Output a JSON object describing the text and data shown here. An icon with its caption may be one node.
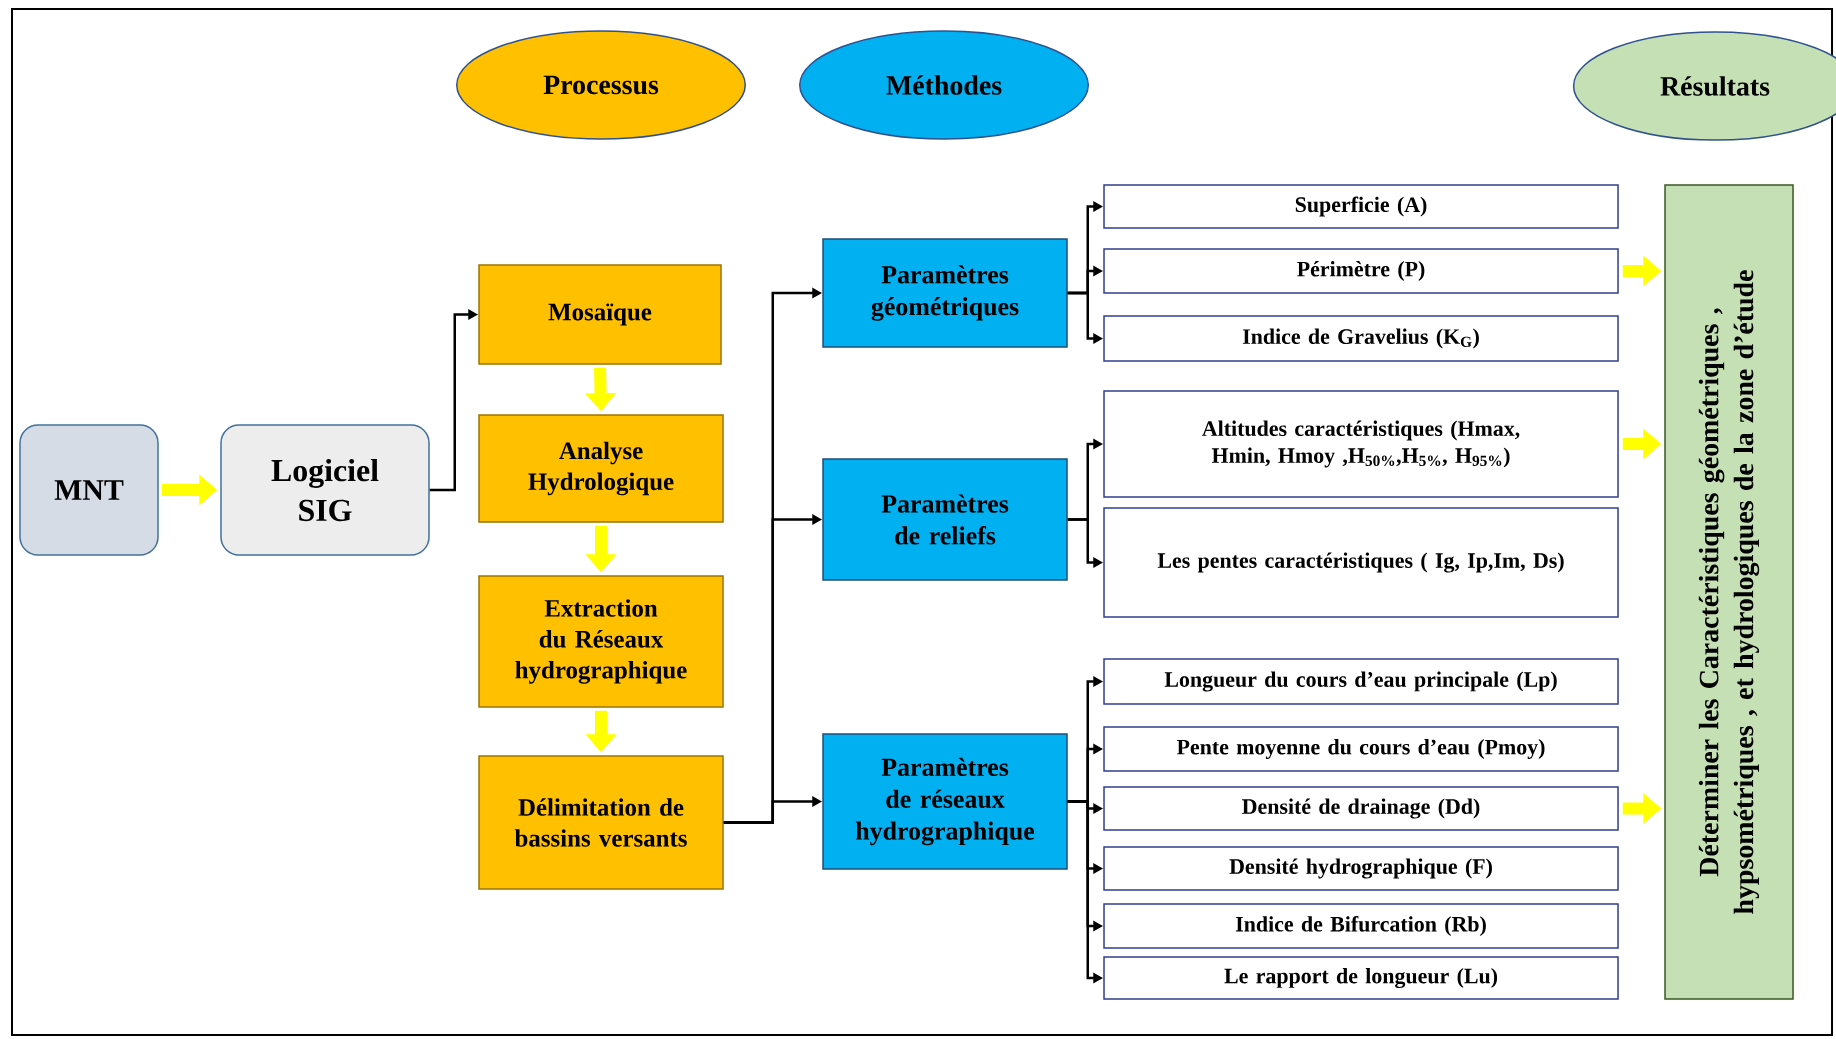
{
  "diagram": {
    "nodes": [
      {
        "text": [
          "Processus"
        ]
      },
      {
        "text": [
          "Méthodes"
        ]
      },
      {
        "text": [
          "Résultats"
        ]
      },
      {
        "text": [
          "MNT"
        ]
      },
      {
        "text": [
          "Logiciel SIG"
        ]
      },
      {
        "text": [
          "Mosaïque"
        ]
      },
      {
        "text": [
          "Analyse Hydrologique"
        ]
      },
      {
        "text": [
          "Extraction du Réseaux hydrographique"
        ]
      },
      {
        "text": [
          "Délimitation de bassins versants"
        ]
      },
      {
        "text": [
          "Paramètres géométriques"
        ]
      },
      {
        "text": [
          "Paramètres de reliefs"
        ]
      },
      {
        "text": [
          "Paramètres de réseaux hydrographique"
        ]
      },
      {
        "text": [
          "Superficie (A)"
        ]
      },
      {
        "text": [
          "Périmètre (P)"
        ]
      },
      {
        "text": [
          "Indice de Gravelius (K$_{G}$)"
        ]
      },
      {
        "text": [
          "Altitudes caractéristiques (Hmax, Hmin, Hmoy ,H$_{50%}$,H$_{5%}$, H$_{95%}$)"
        ]
      },
      {
        "text": [
          "Les pentes caractéristiques ( Ig, Ip,Im, Ds)"
        ]
      },
      {
        "text": [
          "Longueur du cours d’eau principale (Lp)"
        ]
      },
      {
        "text": [
          "Pente moyenne du cours d’eau (Pmoy)"
        ]
      },
      {
        "text": [
          "Densité de drainage (Dd)"
        ]
      },
      {
        "text": [
          "Densité hydrographique (F)"
        ]
      },
      {
        "text": [
          "Indice de Bifurcation (Rb)"
        ]
      },
      {
        "text": [
          "Le rapport de longueur (Lu)"
        ]
      },
      {
        "text": [
          "Déterminer les Caractéristiques géométriques , hypsométriques , et hydrologiques de la zone d’étude"
        ]
      }
    ],
    "edges": [
      {
        "from": 3,
        "to": 4,
        "arrow": "to",
        "style": "thick",
        "color": "#ffff00"
      },
      {
        "from": 4,
        "to": 5,
        "arrow": "to"
      },
      {
        "from": 5,
        "to": 6,
        "arrow": "to",
        "style": "thick",
        "color": "#ffff00"
      },
      {
        "from": 6,
        "to": 7,
        "arrow": "to",
        "style": "thick",
        "color": "#ffff00"
      },
      {
        "from": 7,
        "to": 8,
        "arrow": "to",
        "style": "thick",
        "color": "#ffff00"
      },
      {
        "from": 8,
        "to": 9,
        "arrow": "to"
      },
      {
        "from": 8,
        "to": 10,
        "arrow": "to"
      },
      {
        "from": 8,
        "to": 11,
        "arrow": "to"
      },
      {
        "from": 9,
        "to": 12,
        "arrow": "to"
      },
      {
        "from": 9,
        "to": 13,
        "arrow": "to"
      },
      {
        "from": 9,
        "to": 14,
        "arrow": "to"
      },
      {
        "from": 10,
        "to": 15,
        "arrow": "to"
      },
      {
        "from": 10,
        "to": 16,
        "arrow": "to"
      },
      {
        "from": 11,
        "to": 17,
        "arrow": "to"
      },
      {
        "from": 11,
        "to": 18,
        "arrow": "to"
      },
      {
        "from": 11,
        "to": 19,
        "arrow": "to"
      },
      {
        "from": 11,
        "to": 20,
        "arrow": "to"
      },
      {
        "from": 11,
        "to": 21,
        "arrow": "to"
      },
      {
        "from": 11,
        "to": 22,
        "arrow": "to"
      },
      {
        "from": 13,
        "to": 23,
        "arrow": "to",
        "style": "thick",
        "color": "#ffff00"
      },
      {
        "from": 15,
        "to": 23,
        "arrow": "to",
        "style": "thick",
        "color": "#ffff00"
      },
      {
        "from": 19,
        "to": 23,
        "arrow": "to",
        "style": "thick",
        "color": "#ffff00"
      }
    ]
  }
}
